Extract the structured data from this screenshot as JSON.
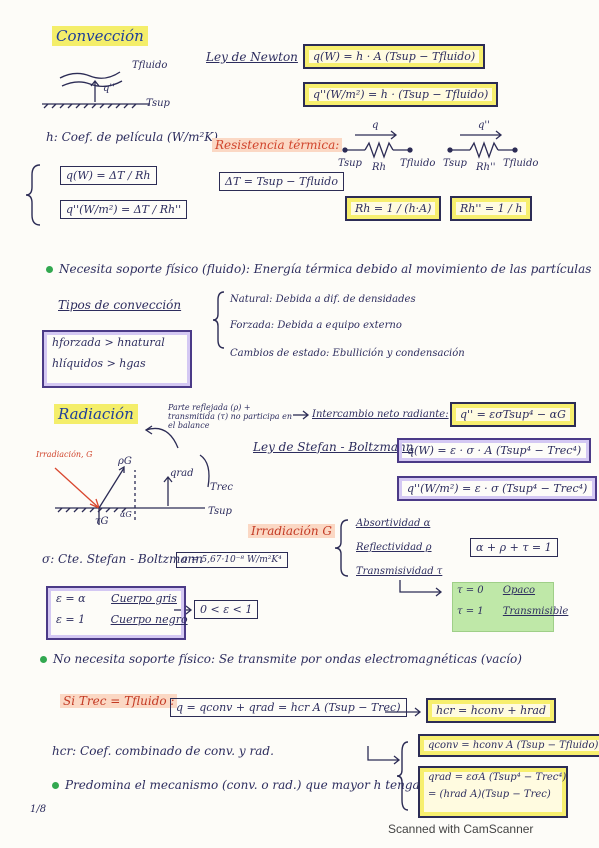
{
  "section1": {
    "title": "Convección",
    "fig_tfluido": "Tfluido",
    "fig_q": "q''",
    "fig_tsup": "Tsup",
    "newton_label": "Ley de Newton",
    "eq1": "q(W) = h · A (Tsup − Tfluido)",
    "eq2": "q''(W/m²) = h · (Tsup − Tfluido)",
    "h_def": "h: Coef. de película (W/m²K)",
    "f1": "q(W) = ΔT / Rh",
    "f2": "q''(W/m²) = ΔT / Rh''",
    "resist_label": "Resistencia térmica:",
    "dT_box": "ΔT = Tsup − Tfluido",
    "r1_q": "q",
    "r1_tsup": "Tsup",
    "r1_rh": "Rh",
    "r1_tf": "Tfluido",
    "r2_q": "q''",
    "r2_tsup": "Tsup",
    "r2_rh": "Rh''",
    "r2_tf": "Tfluido",
    "rh_box": "Rh = 1 / (h·A)",
    "rh2_box": "Rh'' = 1 / h"
  },
  "section2": {
    "bullet": "Necesita soporte físico (fluido): Energía térmica debido al movimiento de las partículas",
    "tipos": "Tipos de convección",
    "natural": "Natural: Debida a dif. de densidades",
    "forzada": "Forzada: Debida a equipo externo",
    "cambio": "Cambios de estado: Ebullición y condensación",
    "c1": "hforzada > hnatural",
    "c2": "hlíquidos > hgas"
  },
  "section3": {
    "title": "Radiación",
    "note": "Parte reflejada (ρ) + transmitida (τ) no participa en el balance",
    "intercambio": "Intercambio neto radiante:",
    "intercambio_box": "q'' = εσTsup⁴ − αG",
    "stefan_label": "Ley de Stefan - Boltzmann",
    "eq1": "q(W) = ε · σ · A (Tsup⁴ − Trec⁴)",
    "eq2": "q''(W/m²) = ε · σ (Tsup⁴ − Trec⁴)",
    "fig_irr": "Irradiación, G",
    "fig_rhoG": "ρG",
    "fig_qrad": "qrad",
    "fig_trec": "Trec",
    "fig_tsup": "Tsup",
    "fig_tauG": "τG",
    "fig_aG": "αG",
    "irradiacion": "Irradiación G",
    "absor": "Absortividad α",
    "reflect": "Reflectividad ρ",
    "transm": "Transmisividad τ",
    "sum_box": "α + ρ + τ = 1",
    "sigma": "σ: Cte. Stefan - Boltzmann",
    "sigma_box": "σ = 5,67·10⁻⁸ W/m²K⁴",
    "eg1": "ε = α",
    "eg1b": "Cuerpo gris",
    "eg2": "ε = 1",
    "eg2b": "Cuerpo negro",
    "range_box": "0 < ε < 1",
    "t0": "τ = 0",
    "t0b": "Opaco",
    "t1": "τ = 1",
    "t1b": "Transmisible"
  },
  "section4": {
    "bullet": "No necesita soporte físico: Se transmite por ondas electromagnéticas (vacío)",
    "si": "Si Trec = Tfluido :",
    "eq": "q = qconv + qrad = hcr A (Tsup − Trec)",
    "hcr_box": "hcr = hconv + hrad",
    "hcr_def": "hcr: Coef. combinado de conv. y rad.",
    "bullet2": "Predomina el mecanismo (conv. o rad.) que mayor h tenga.",
    "right1": "qconv = hconv A (Tsup − Tfluido)",
    "right2": "qrad = εσA (Tsup⁴ − Trec⁴)",
    "right3": "= (hrad A)(Tsup − Trec)"
  },
  "page_num": "1/8",
  "scanner": "Scanned with CamScanner"
}
